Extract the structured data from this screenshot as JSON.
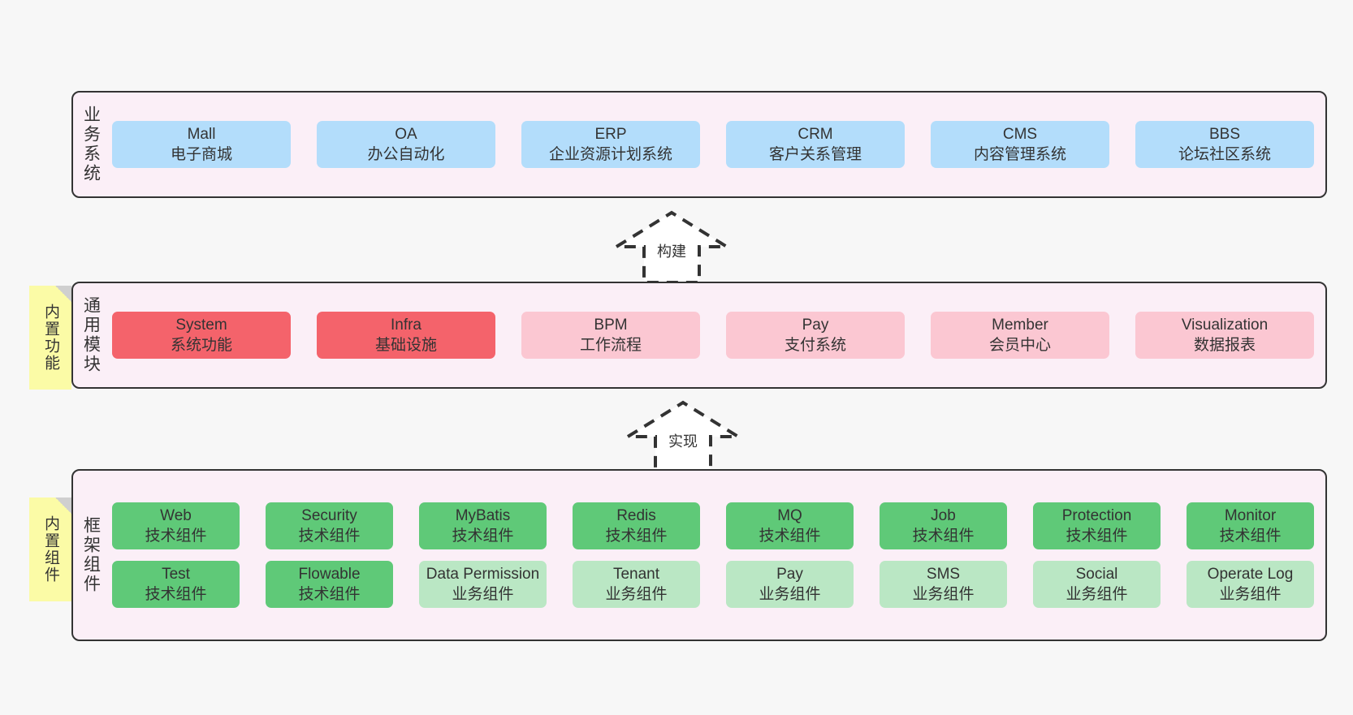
{
  "diagram": {
    "title": "",
    "colors": {
      "background": "#f7f7f7",
      "layer_fill": "#fbeff7",
      "layer_border": "#333333",
      "business_card": "#b3ddfb",
      "module_core": "#f4636b",
      "module_plain": "#fbc7d2",
      "tech_component": "#5fc978",
      "biz_component": "#bae7c4",
      "note_fill": "#fbfba6",
      "note_fold": "#cfcfcf",
      "text": "#333333"
    }
  },
  "layers": [
    {
      "id": "business-system",
      "title": "业务系统",
      "note": null,
      "rows": [
        {
          "cells": [
            {
              "en": "Mall",
              "cn": "电子商城",
              "style": "c-blue"
            },
            {
              "en": "OA",
              "cn": "办公自动化",
              "style": "c-blue"
            },
            {
              "en": "ERP",
              "cn": "企业资源计划系统",
              "style": "c-blue"
            },
            {
              "en": "CRM",
              "cn": "客户关系管理",
              "style": "c-blue"
            },
            {
              "en": "CMS",
              "cn": "内容管理系统",
              "style": "c-blue"
            },
            {
              "en": "BBS",
              "cn": "论坛社区系统",
              "style": "c-blue"
            }
          ]
        }
      ]
    },
    {
      "id": "common-module",
      "title": "通用模块",
      "note": "内置功能",
      "rows": [
        {
          "cells": [
            {
              "en": "System",
              "cn": "系统功能",
              "style": "c-red"
            },
            {
              "en": "Infra",
              "cn": "基础设施",
              "style": "c-red"
            },
            {
              "en": "BPM",
              "cn": "工作流程",
              "style": "c-pink"
            },
            {
              "en": "Pay",
              "cn": "支付系统",
              "style": "c-pink"
            },
            {
              "en": "Member",
              "cn": "会员中心",
              "style": "c-pink"
            },
            {
              "en": "Visualization",
              "cn": "数据报表",
              "style": "c-pink"
            }
          ]
        }
      ]
    },
    {
      "id": "framework-component",
      "title": "框架组件",
      "note": "内置组件",
      "rows": [
        {
          "cells": [
            {
              "en": "Web",
              "cn": "技术组件",
              "style": "c-green-dark"
            },
            {
              "en": "Security",
              "cn": "技术组件",
              "style": "c-green-dark"
            },
            {
              "en": "MyBatis",
              "cn": "技术组件",
              "style": "c-green-dark"
            },
            {
              "en": "Redis",
              "cn": "技术组件",
              "style": "c-green-dark"
            },
            {
              "en": "MQ",
              "cn": "技术组件",
              "style": "c-green-dark"
            },
            {
              "en": "Job",
              "cn": "技术组件",
              "style": "c-green-dark"
            },
            {
              "en": "Protection",
              "cn": "技术组件",
              "style": "c-green-dark"
            },
            {
              "en": "Monitor",
              "cn": "技术组件",
              "style": "c-green-dark"
            }
          ]
        },
        {
          "cells": [
            {
              "en": "Test",
              "cn": "技术组件",
              "style": "c-green-dark"
            },
            {
              "en": "Flowable",
              "cn": "技术组件",
              "style": "c-green-dark"
            },
            {
              "en": "Data Permission",
              "cn": "业务组件",
              "style": "c-green-light"
            },
            {
              "en": "Tenant",
              "cn": "业务组件",
              "style": "c-green-light"
            },
            {
              "en": "Pay",
              "cn": "业务组件",
              "style": "c-green-light"
            },
            {
              "en": "SMS",
              "cn": "业务组件",
              "style": "c-green-light"
            },
            {
              "en": "Social",
              "cn": "业务组件",
              "style": "c-green-light"
            },
            {
              "en": "Operate Log",
              "cn": "业务组件",
              "style": "c-green-light"
            }
          ]
        }
      ]
    }
  ],
  "connectors": [
    {
      "id": "build",
      "label": "构建",
      "from": "common-module",
      "to": "business-system"
    },
    {
      "id": "implement",
      "label": "实现",
      "from": "framework-component",
      "to": "common-module"
    }
  ]
}
